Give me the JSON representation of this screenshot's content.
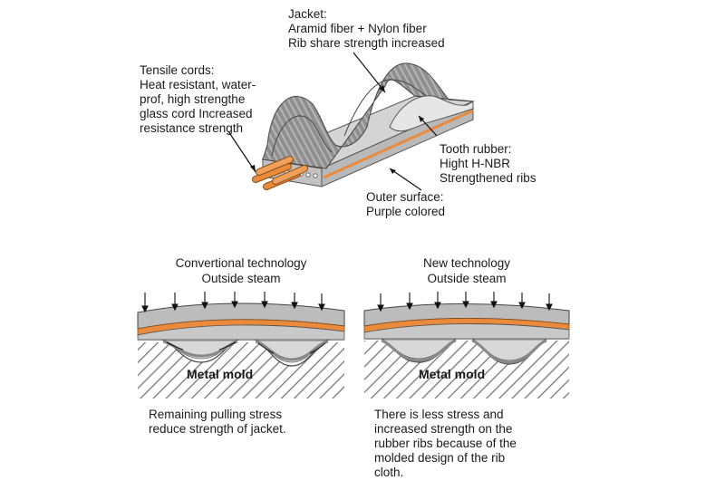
{
  "belt": {
    "jacket": [
      "Jacket:",
      "Aramid fiber + Nylon fiber",
      "Rib share strength increased"
    ],
    "tensile_cords": [
      "Tensile cords:",
      "Heat resistant, water-",
      "prof, high strengthe",
      "glass cord Increased",
      "resistance strength"
    ],
    "tooth_rubber": [
      "Tooth rubber:",
      "Hight H-NBR",
      "Strengthened ribs"
    ],
    "outer_surface": [
      "Outer surface:",
      "Purple colored"
    ]
  },
  "conventional": {
    "title": "Convertional technology",
    "subtitle": "Outside steam",
    "mold_label": "Metal mold",
    "caption": [
      "Remaining pulling stress",
      "reduce strength of jacket."
    ]
  },
  "new": {
    "title": "New technology",
    "subtitle": "Outside steam",
    "mold_label": "Metal mold",
    "caption": [
      "There is less stress and",
      "increased strength on the",
      "rubber ribs because of the",
      "molded design of the rib",
      "cloth."
    ]
  },
  "colors": {
    "cord": "#e98a3c",
    "jacket": "#9a9a9a",
    "belt_body": "#cfcfcf"
  }
}
